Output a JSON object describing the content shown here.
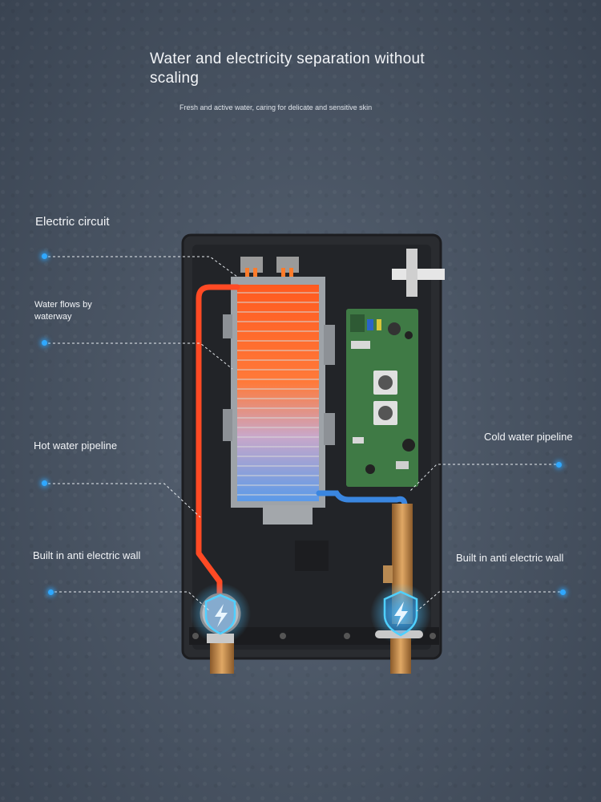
{
  "heading": {
    "title": "Water and electricity separation without scaling",
    "subtitle": "Fresh and active water, caring for delicate and sensitive skin"
  },
  "callouts": {
    "electric_circuit": "Electric circuit",
    "water_flows": "Water flows by waterway",
    "hot_pipeline": "Hot water pipeline",
    "cold_pipeline": "Cold water pipeline",
    "anti_wall_left": "Built in anti electric wall",
    "anti_wall_right": "Built in anti electric wall"
  },
  "colors": {
    "accent_dot": "#2fa8ff",
    "hot_pipe": "#ff4a24",
    "cold_pipe": "#3a86e0",
    "pcb": "#3f7a45",
    "casing": "#2b2d31"
  },
  "icons": [
    "shield-lightning-icon",
    "shield-lightning-icon"
  ]
}
